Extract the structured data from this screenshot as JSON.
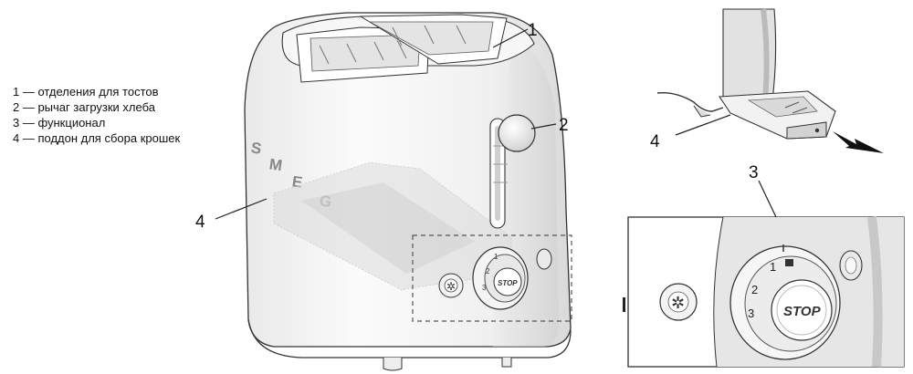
{
  "legend": [
    "1 — отделения для тостов",
    "2 — рычаг загрузки хлеба",
    "3 — функционал",
    "4 — поддон для сбора крошек"
  ],
  "callouts": {
    "slots": "1",
    "lever": "2",
    "functions": "3",
    "crumb_tray_main": "4",
    "crumb_tray_detail": "4"
  },
  "brand_letters": [
    "S",
    "M",
    "E",
    "G"
  ],
  "dial_numbers": [
    "1",
    "2",
    "3"
  ],
  "stop_button_label": "STOP",
  "colors": {
    "line": "#222222",
    "body_light": "#f3f3f3",
    "body_shade": "#d7d7d7",
    "dashed_box": "#555555"
  },
  "icons": [
    "defrost-icon",
    "reheat-icon",
    "arrow-icon"
  ]
}
